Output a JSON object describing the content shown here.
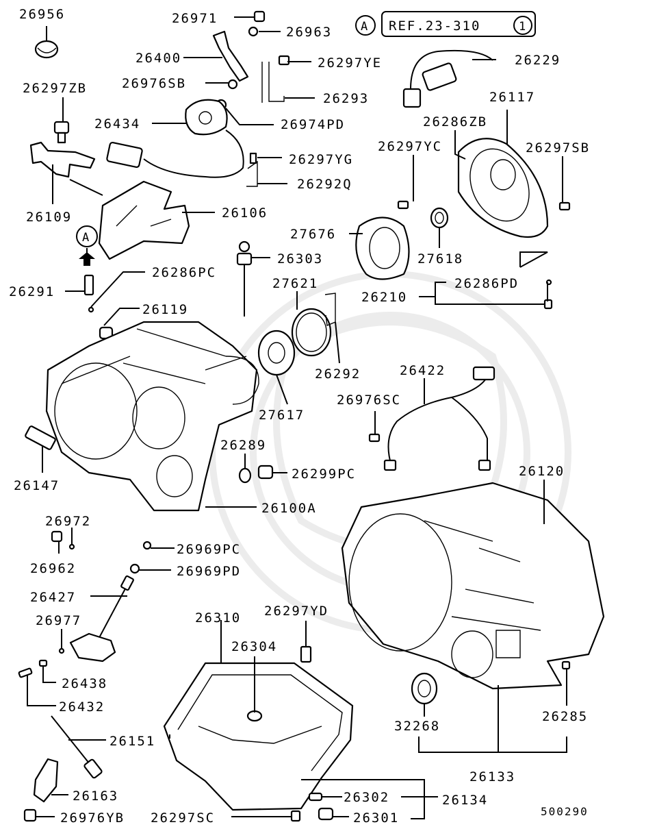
{
  "reference": {
    "marker": "A",
    "text": "REF.23-310",
    "circle_number": "1"
  },
  "view_marker": "A",
  "diagram_number": "500290",
  "callouts": [
    "26956",
    "26971",
    "26963",
    "26400",
    "26297YE",
    "26229",
    "26976SB",
    "26293",
    "26297ZB",
    "26434",
    "26974PD",
    "26117",
    "26286ZB",
    "26297YC",
    "26297SB",
    "26297YG",
    "26292Q",
    "26109",
    "26106",
    "27676",
    "27618",
    "26303",
    "26291",
    "26286PC",
    "27621",
    "26286PD",
    "26210",
    "26119",
    "26292",
    "26422",
    "27617",
    "26976SC",
    "26289",
    "26299PC",
    "26147",
    "26120",
    "26100A",
    "26972",
    "26969PC",
    "26962",
    "26969PD",
    "26427",
    "26297YD",
    "26310",
    "26977",
    "26304",
    "26438",
    "26432",
    "32268",
    "26285",
    "26151",
    "26133",
    "26163",
    "26302",
    "26134",
    "26976YB",
    "26297SC",
    "26301"
  ]
}
